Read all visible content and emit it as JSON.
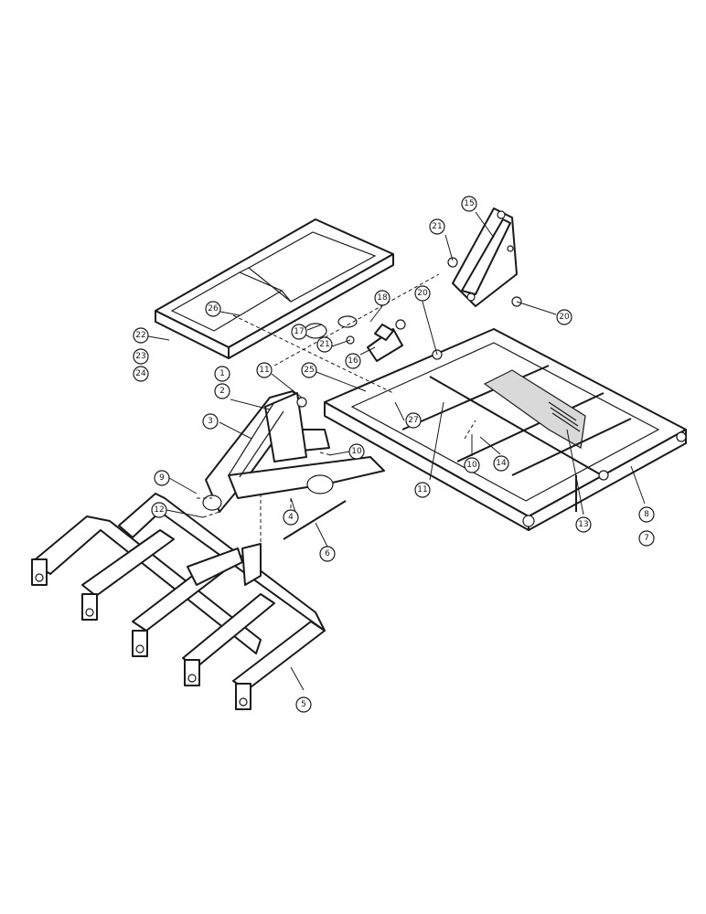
{
  "callouts": [
    "1",
    "2",
    "3",
    "4",
    "5",
    "6",
    "7",
    "8",
    "9",
    "10",
    "10",
    "11",
    "11",
    "12",
    "13",
    "14",
    "15",
    "16",
    "17",
    "18",
    "20",
    "20",
    "21",
    "21",
    "22",
    "23",
    "24",
    "25",
    "26",
    "27"
  ]
}
